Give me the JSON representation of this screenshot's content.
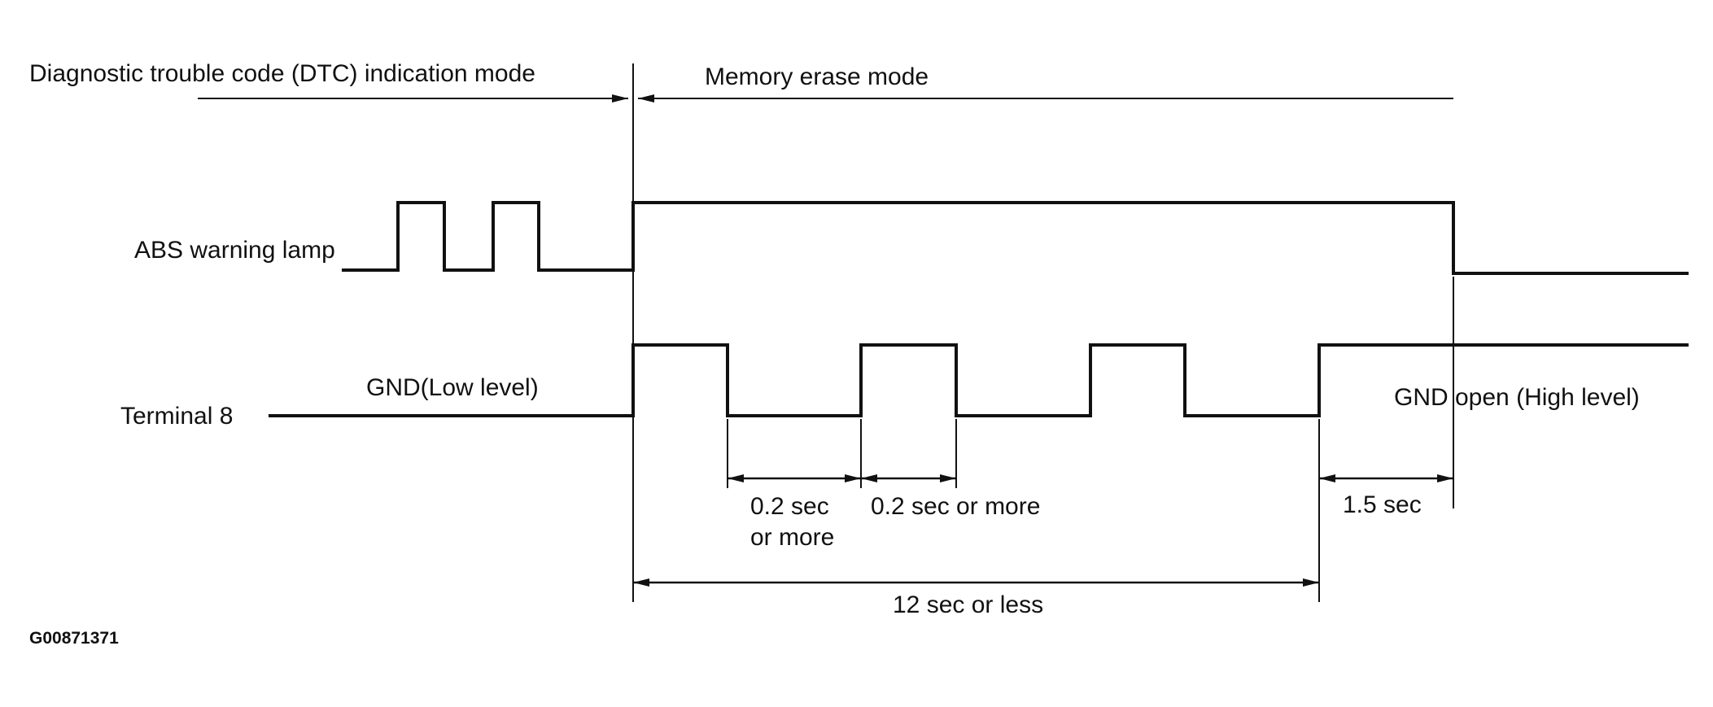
{
  "labels": {
    "dtc_mode": "Diagnostic trouble code (DTC) indication mode",
    "erase_mode": "Memory erase mode",
    "abs_lamp": "ABS warning lamp",
    "terminal": "Terminal 8",
    "gnd_low": "GND(Low level)",
    "gnd_open": "GND open (High level)",
    "t1_line1": "0.2 sec",
    "t1_line2": "or more",
    "t2": "0.2 sec or more",
    "t3": "1.5 sec",
    "t4": "12 sec or less",
    "figure_code": "G00871371"
  }
}
